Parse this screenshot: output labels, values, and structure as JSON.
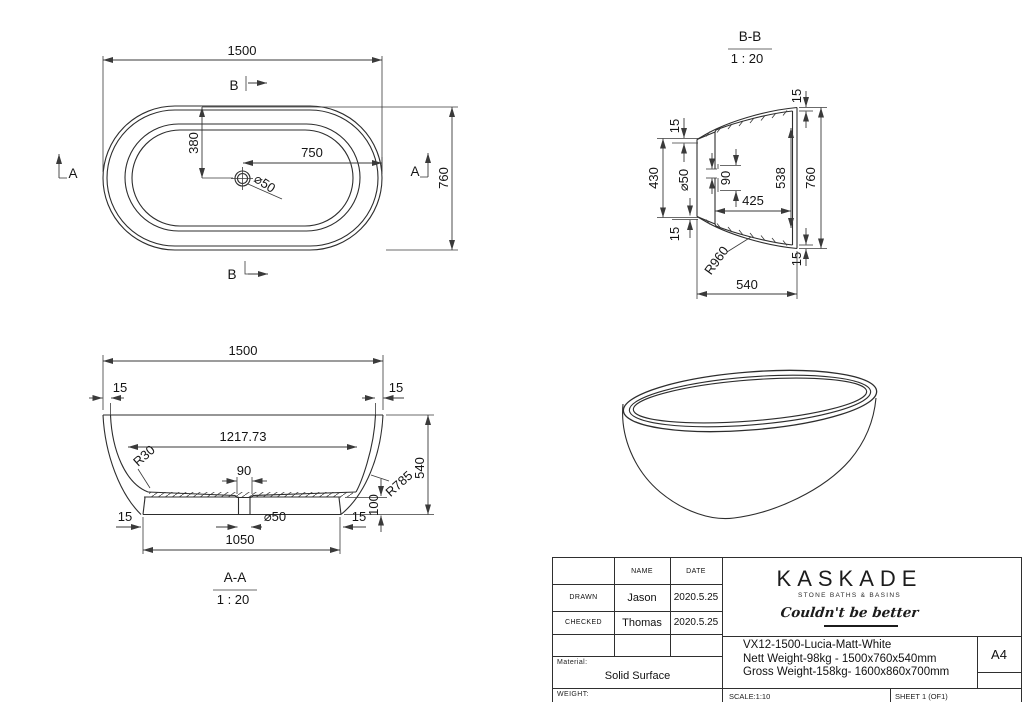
{
  "page": {
    "background": "#ffffff",
    "line_color": "#2d2d2d",
    "dim_color": "#3a3a3a"
  },
  "plan": {
    "width": "1500",
    "depth": "760",
    "drain_from_end": "750",
    "drain_from_side": "380",
    "drain_diameter": "⌀50",
    "section_a": "A",
    "section_b": "B"
  },
  "section_bb": {
    "title": "B-B",
    "scale": "1 : 20",
    "rim_15_top": "15",
    "base_15_top": "15",
    "base_430": "430",
    "drain_50": "⌀50",
    "flat_90": "90",
    "inner_538": "538",
    "overall_760": "760",
    "inner_425": "425",
    "base_15_bottom": "15",
    "r960": "R960",
    "rim_15_bottom": "15",
    "height_540": "540"
  },
  "section_aa": {
    "title": "A-A",
    "scale": "1 : 20",
    "length_1500": "1500",
    "wall_15_left": "15",
    "wall_15_right": "15",
    "inner_1217": "1217.73",
    "r30": "R30",
    "flat_90": "90",
    "height_540": "540",
    "r785": "R785",
    "plinth_100": "100",
    "base_15_left": "15",
    "drain_50": "⌀50",
    "base_15_right": "15",
    "base_1050": "1050"
  },
  "title_block": {
    "name_header": "NAME",
    "date_header": "DATE",
    "drawn_label": "DRAWN",
    "drawn_name": "Jason",
    "drawn_date": "2020.5.25",
    "checked_label": "CHECKED",
    "checked_name": "Thomas",
    "checked_date": "2020.5.25",
    "material_label": "Material:",
    "material_value": "Solid Surface",
    "weight_label": "WEIGHT:",
    "brand_name": "KASKADE",
    "brand_subtitle": "STONE BATHS & BASINS",
    "brand_tagline": "Couldn't be better",
    "description_line1": "VX12-1500-Lucia-Matt-White",
    "description_line2": "Nett Weight-98kg - 1500x760x540mm",
    "description_line3": "Gross Weight-158kg- 1600x860x700mm",
    "paper_size": "A4",
    "scale_label": "SCALE:1:10",
    "sheet_label": "SHEET 1 (OF1)"
  }
}
